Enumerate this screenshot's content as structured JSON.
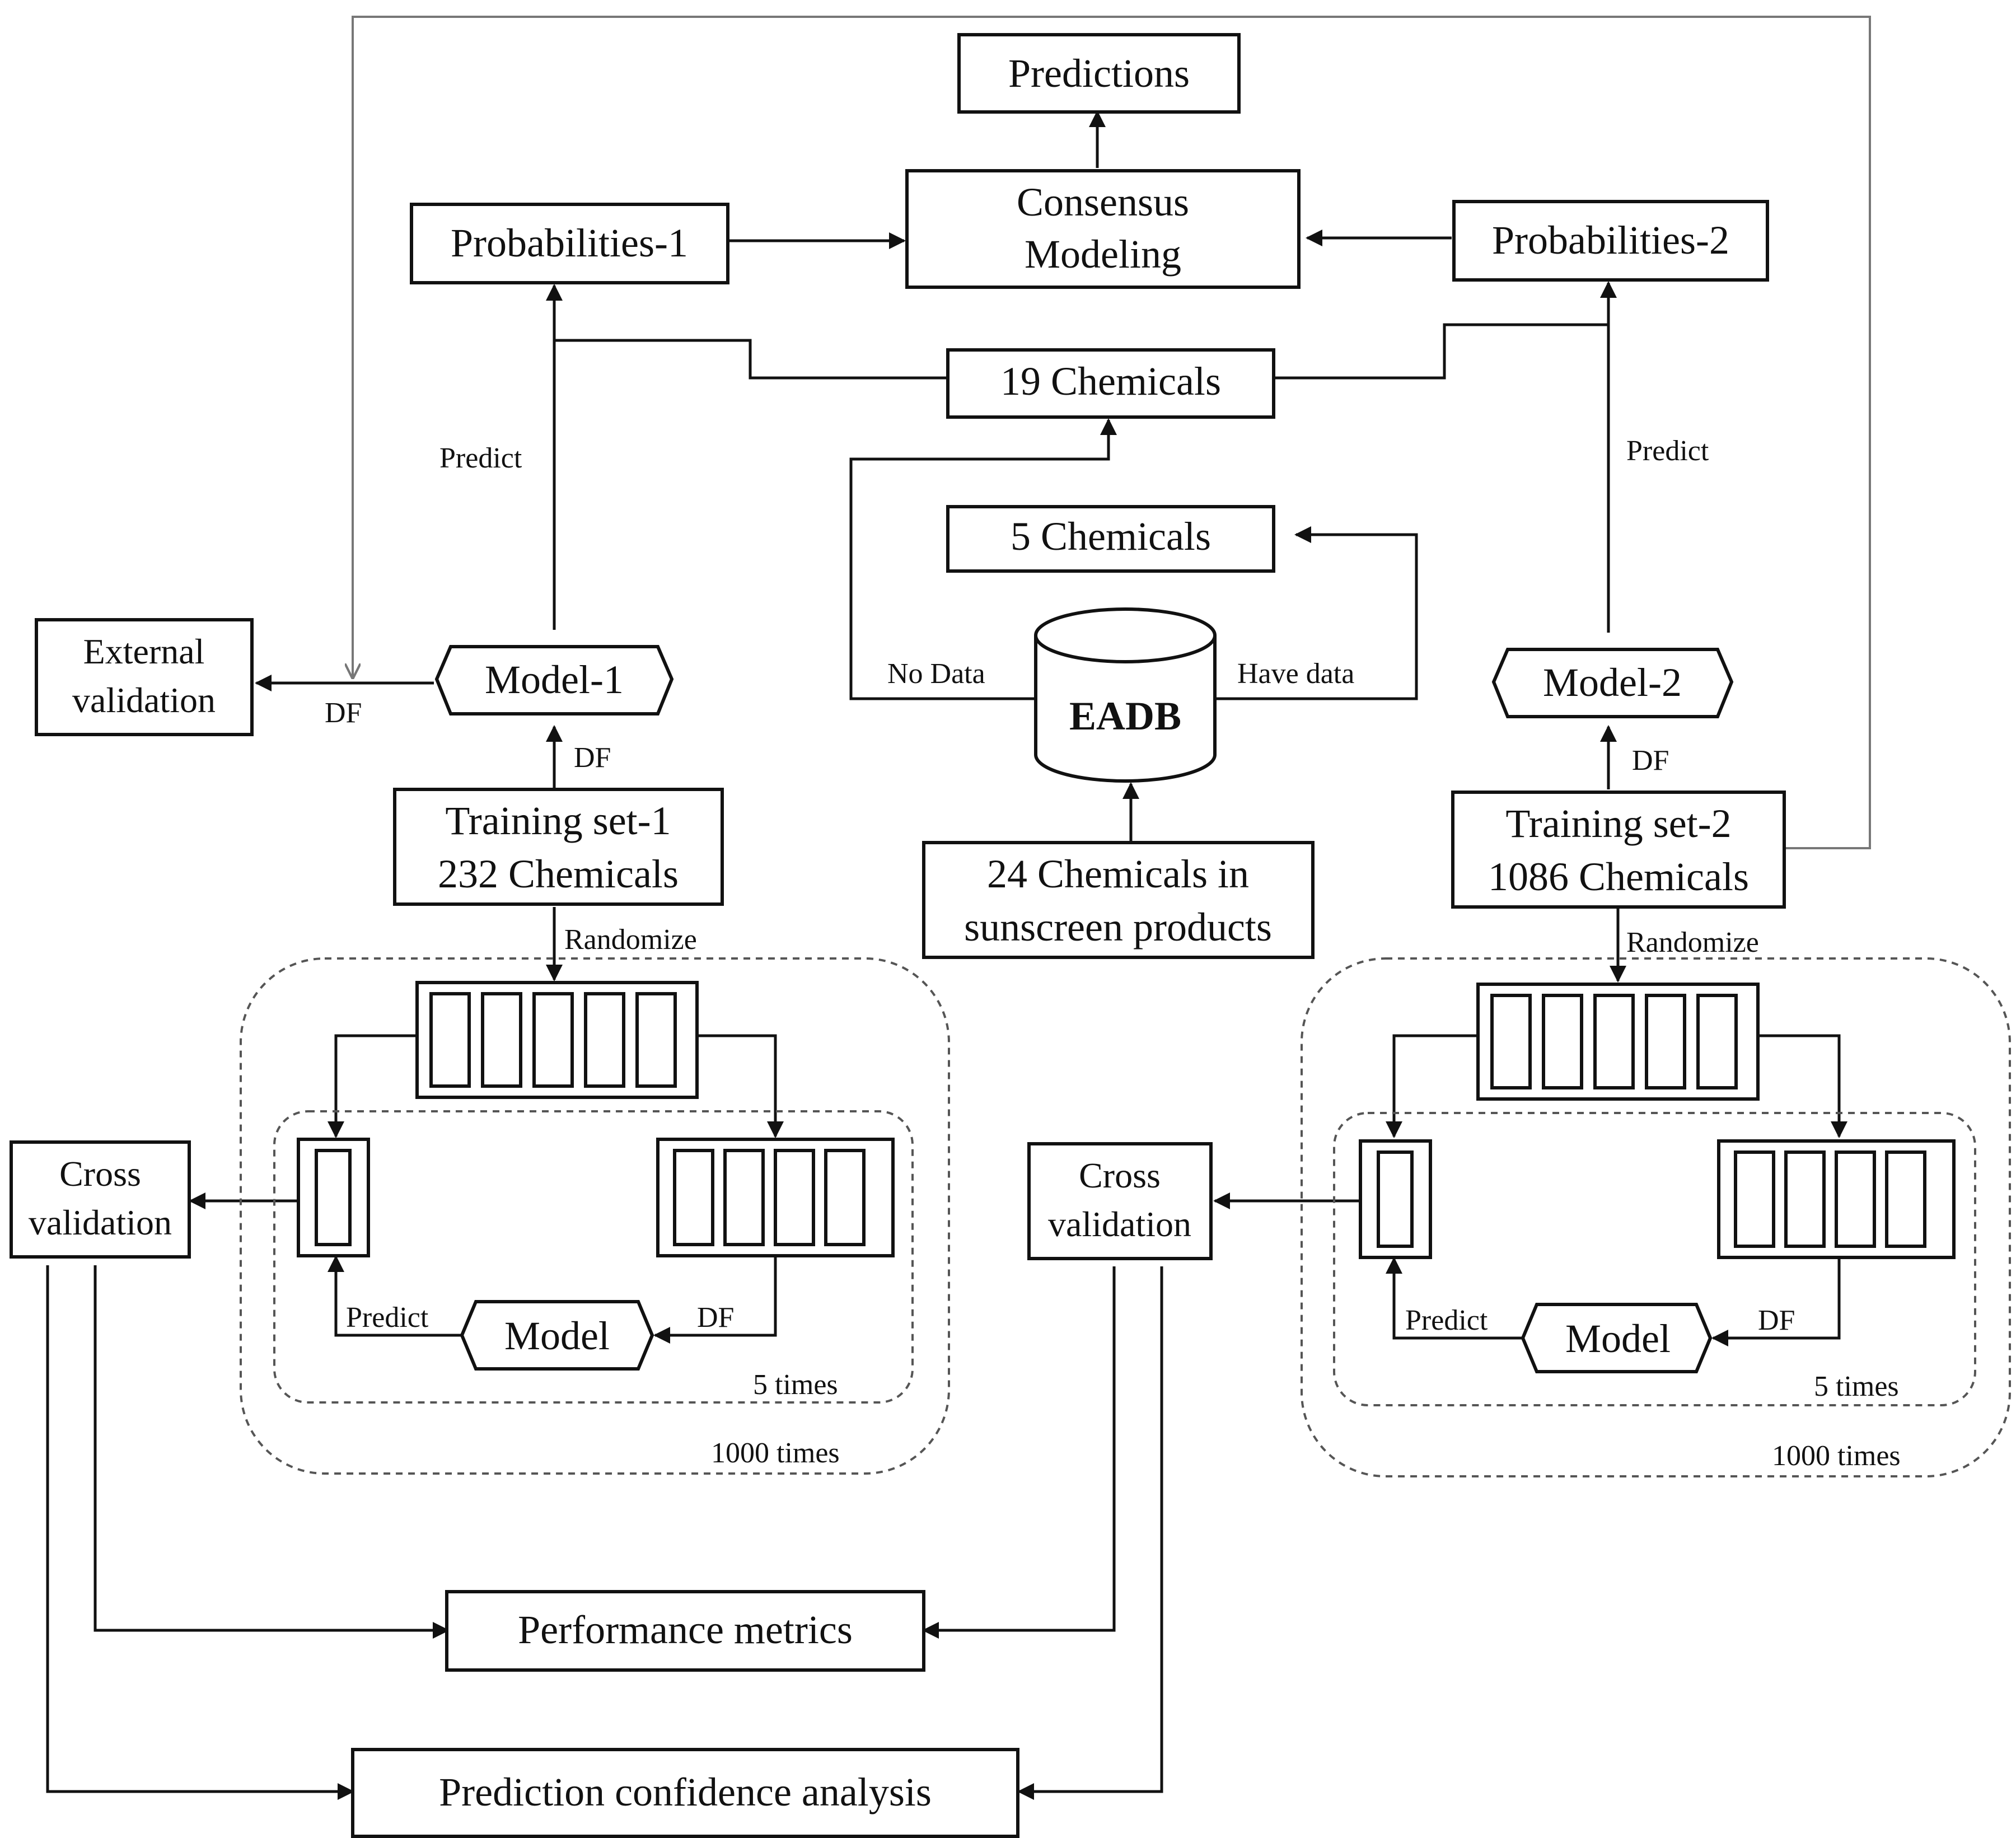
{
  "nodes": {
    "predictions": "Predictions",
    "consensus_line1": "Consensus",
    "consensus_line2": "Modeling",
    "probabilities_1": "Probabilities-1",
    "probabilities_2": "Probabilities-2",
    "chemicals_19": "19 Chemicals",
    "chemicals_5": "5 Chemicals",
    "external_validation_line1": "External",
    "external_validation_line2": "validation",
    "model_1": "Model-1",
    "model_2": "Model-2",
    "eadb": "EADB",
    "training_set_1_line1": "Training set-1",
    "training_set_1_line2": "232 Chemicals",
    "training_set_2_line1": "Training set-2",
    "training_set_2_line2": "1086 Chemicals",
    "sunscreen_line1": "24 Chemicals in",
    "sunscreen_line2": "sunscreen products",
    "cross_validation_line1": "Cross",
    "cross_validation_line2": "validation",
    "inner_model": "Model",
    "performance_metrics": "Performance metrics",
    "prediction_confidence": "Prediction confidence analysis"
  },
  "edge_labels": {
    "predict": "Predict",
    "df": "DF",
    "no_data": "No Data",
    "have_data": "Have data",
    "randomize": "Randomize",
    "five_times": "5 times",
    "thousand_times": "1000 times"
  }
}
